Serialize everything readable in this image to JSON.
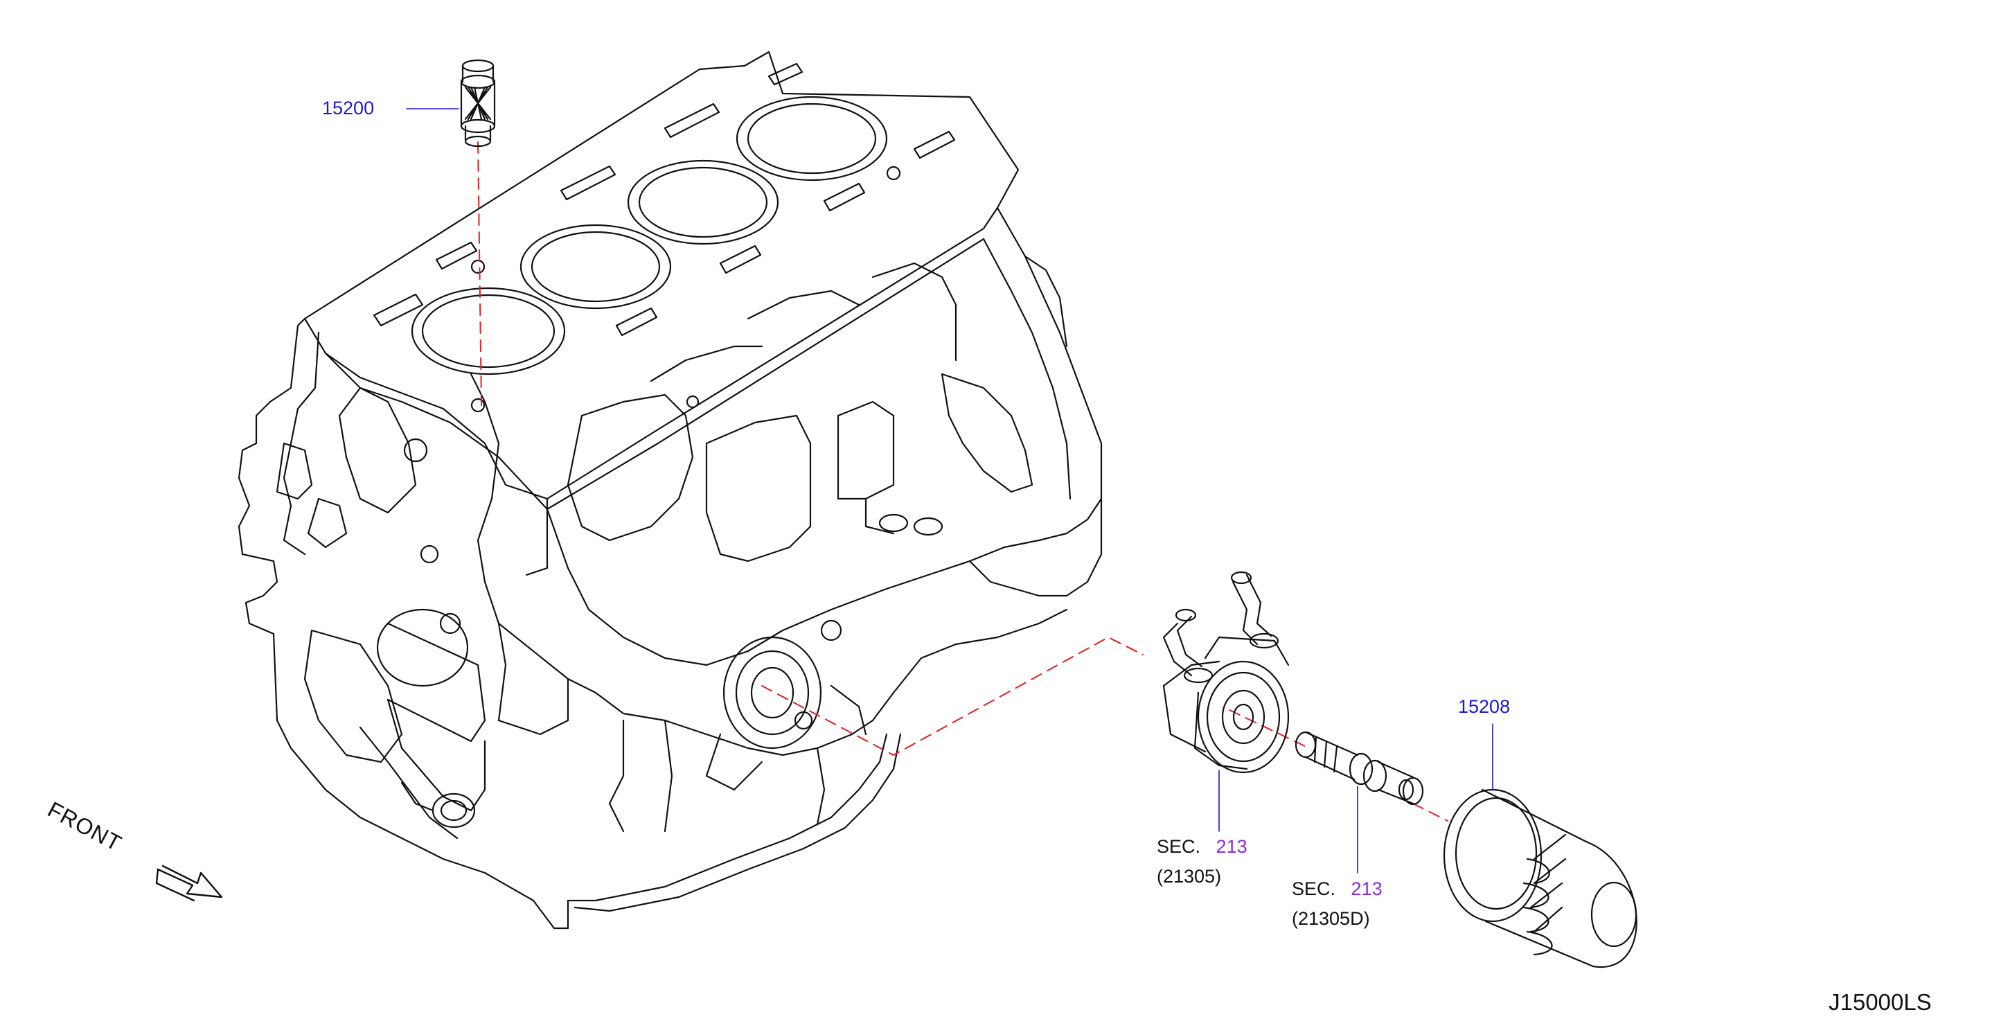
{
  "callouts": {
    "oil_strainer": {
      "part_no": "15200"
    },
    "oil_filter": {
      "part_no": "15208"
    },
    "oil_cooler": {
      "sec_prefix": "SEC.",
      "sec_no": "213",
      "sub_no": "(21305)"
    },
    "connector_bolt": {
      "sec_prefix": "SEC.",
      "sec_no": "213",
      "sub_no": "(21305D)"
    }
  },
  "direction": {
    "label": "FRONT"
  },
  "diagram_code": "J15000LS",
  "colors": {
    "part_number": "#1a1ad6",
    "section_number": "#8a2be2",
    "linework": "#111111",
    "dashed_leader": "#e02020"
  }
}
